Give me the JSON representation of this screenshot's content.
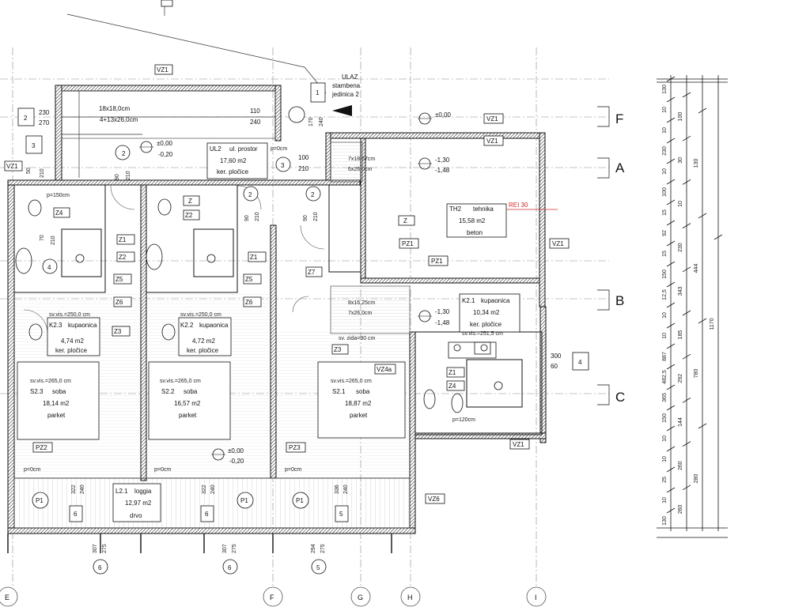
{
  "grid_axes": {
    "horizontal": [
      "F",
      "A",
      "B",
      "C"
    ],
    "bottom": [
      "E",
      "F",
      "G",
      "H",
      "I"
    ]
  },
  "entrance": {
    "ulaz": "ULAZ",
    "unit": "stambena",
    "unit2": "jedinica 2",
    "marker": "1"
  },
  "rooms": [
    {
      "code": "UL2",
      "name": "ul. prostor",
      "area": "17,60 m2",
      "floor": "ker. pločice"
    },
    {
      "code": "TH2",
      "name": "tehnika",
      "area": "15,58 m2",
      "floor": "beton"
    },
    {
      "code": "K2.1",
      "name": "kupaonica",
      "area": "10,34 m2",
      "floor": "ker. pločice"
    },
    {
      "code": "K2.3",
      "name": "kupaonica",
      "area": "4,74 m2",
      "floor": "ker. pločice"
    },
    {
      "code": "K2.2",
      "name": "kupaonica",
      "area": "4,72 m2",
      "floor": "ker. pločice"
    },
    {
      "code": "S2.3",
      "name": "soba",
      "area": "18,14 m2",
      "floor": "parket"
    },
    {
      "code": "S2.2",
      "name": "soba",
      "area": "16,57 m2",
      "floor": "parket"
    },
    {
      "code": "S2.1",
      "name": "soba",
      "area": "18,87 m2",
      "floor": "parket"
    },
    {
      "code": "L2.1",
      "name": "loggia",
      "area": "12,97 m2",
      "floor": "drvo"
    }
  ],
  "ceiling_heights": {
    "sv250": "sv.vis.=250,0 cm",
    "sv265": "sv.vis.=265,0 cm",
    "sv251": "sv.vis.=251,5 cm",
    "zida": "sv. zida=90 cm"
  },
  "levels": {
    "zero": "±0,00",
    "minus020": "-0,20",
    "minus130": "-1,30",
    "minus148": "-1,48"
  },
  "tags": {
    "vz1": "VZ1",
    "vz4a": "VZ4a",
    "vz6": "VZ6",
    "pz1": "PZ1",
    "pz2": "PZ2",
    "pz3": "PZ3",
    "z": "Z",
    "z1": "Z1",
    "z2": "Z2",
    "z3": "Z3",
    "z4": "Z4",
    "z5": "Z5",
    "z6": "Z6",
    "z7": "Z7",
    "p1": "P1",
    "rei": "REI 30"
  },
  "stairs": {
    "top_a": "18x18,0cm",
    "top_b": "4+13x26,0cm",
    "mid_a": "7x18,57cm",
    "mid_b": "6x26,0cm",
    "low_a": "8x16,25cm",
    "low_b": "7x26,0cm"
  },
  "openings": {
    "o230": "230",
    "o270": "270",
    "o110": "110",
    "o240": "240",
    "o100": "100",
    "o210": "210",
    "o300": "300",
    "o60": "60",
    "p0": "p=0cm",
    "p150": "p=150cm",
    "p120": "p=120cm",
    "d90": "90",
    "d50": "50",
    "d70": "70",
    "d322": "322",
    "d336": "336",
    "d307": "307",
    "d275": "275",
    "d294": "294",
    "d170": "170"
  },
  "markers": {
    "m1": "1",
    "m2": "2",
    "m3": "3",
    "m4": "4",
    "m5": "5",
    "m6": "6"
  },
  "dimension_chain": {
    "col1": [
      "130",
      "10",
      "10",
      "230",
      "10",
      "100",
      "15",
      "92",
      "15",
      "150",
      "12,5",
      "10",
      "10",
      "887",
      "482,5",
      "365",
      "150",
      "10",
      "10",
      "25",
      "10",
      "130"
    ],
    "col2": [
      "100",
      "30",
      "10",
      "230",
      "343",
      "185",
      "292",
      "144",
      "260",
      "260"
    ],
    "col3": [
      "130",
      "444",
      "780",
      "280"
    ],
    "col4": [
      "1170"
    ]
  }
}
